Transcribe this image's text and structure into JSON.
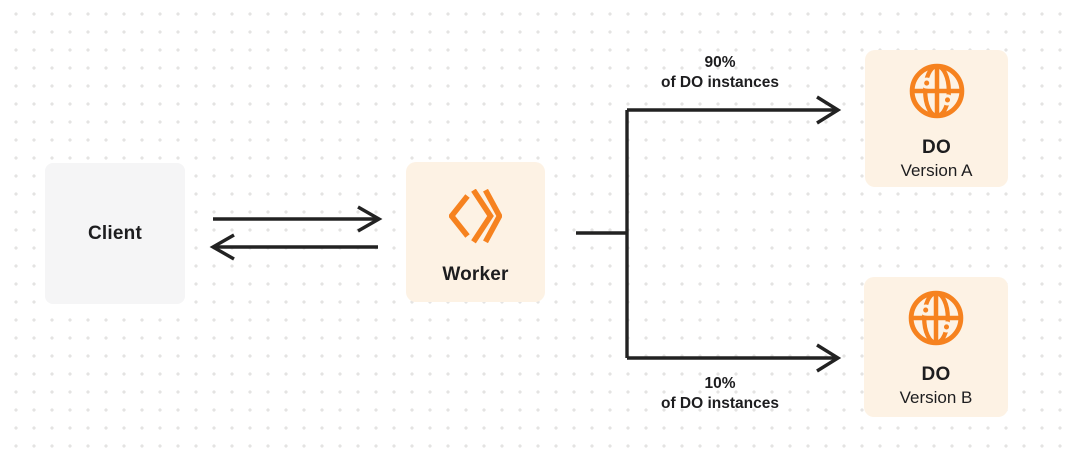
{
  "diagram": {
    "description_hint": "Worker gradual-deployment traffic split diagram"
  },
  "colors": {
    "accent_orange": "#F6821F",
    "warm_box_fill": "#FDF2E4",
    "client_box_fill": "#F5F5F6",
    "connector_line": "#222222",
    "text_dark": "#1D1D1F",
    "background_dot": "#E4E3E2"
  },
  "icons": {
    "worker": "workers-chevrons-icon",
    "durable_object": "globe-icon"
  },
  "nodes": {
    "client": {
      "label": "Client"
    },
    "worker": {
      "label": "Worker"
    },
    "do_a": {
      "title": "DO",
      "subtitle": "Version A"
    },
    "do_b": {
      "title": "DO",
      "subtitle": "Version B"
    }
  },
  "edges": {
    "top_branch": {
      "percent": "90%",
      "caption": "of DO instances"
    },
    "bottom_branch": {
      "percent": "10%",
      "caption": "of DO instances"
    }
  }
}
